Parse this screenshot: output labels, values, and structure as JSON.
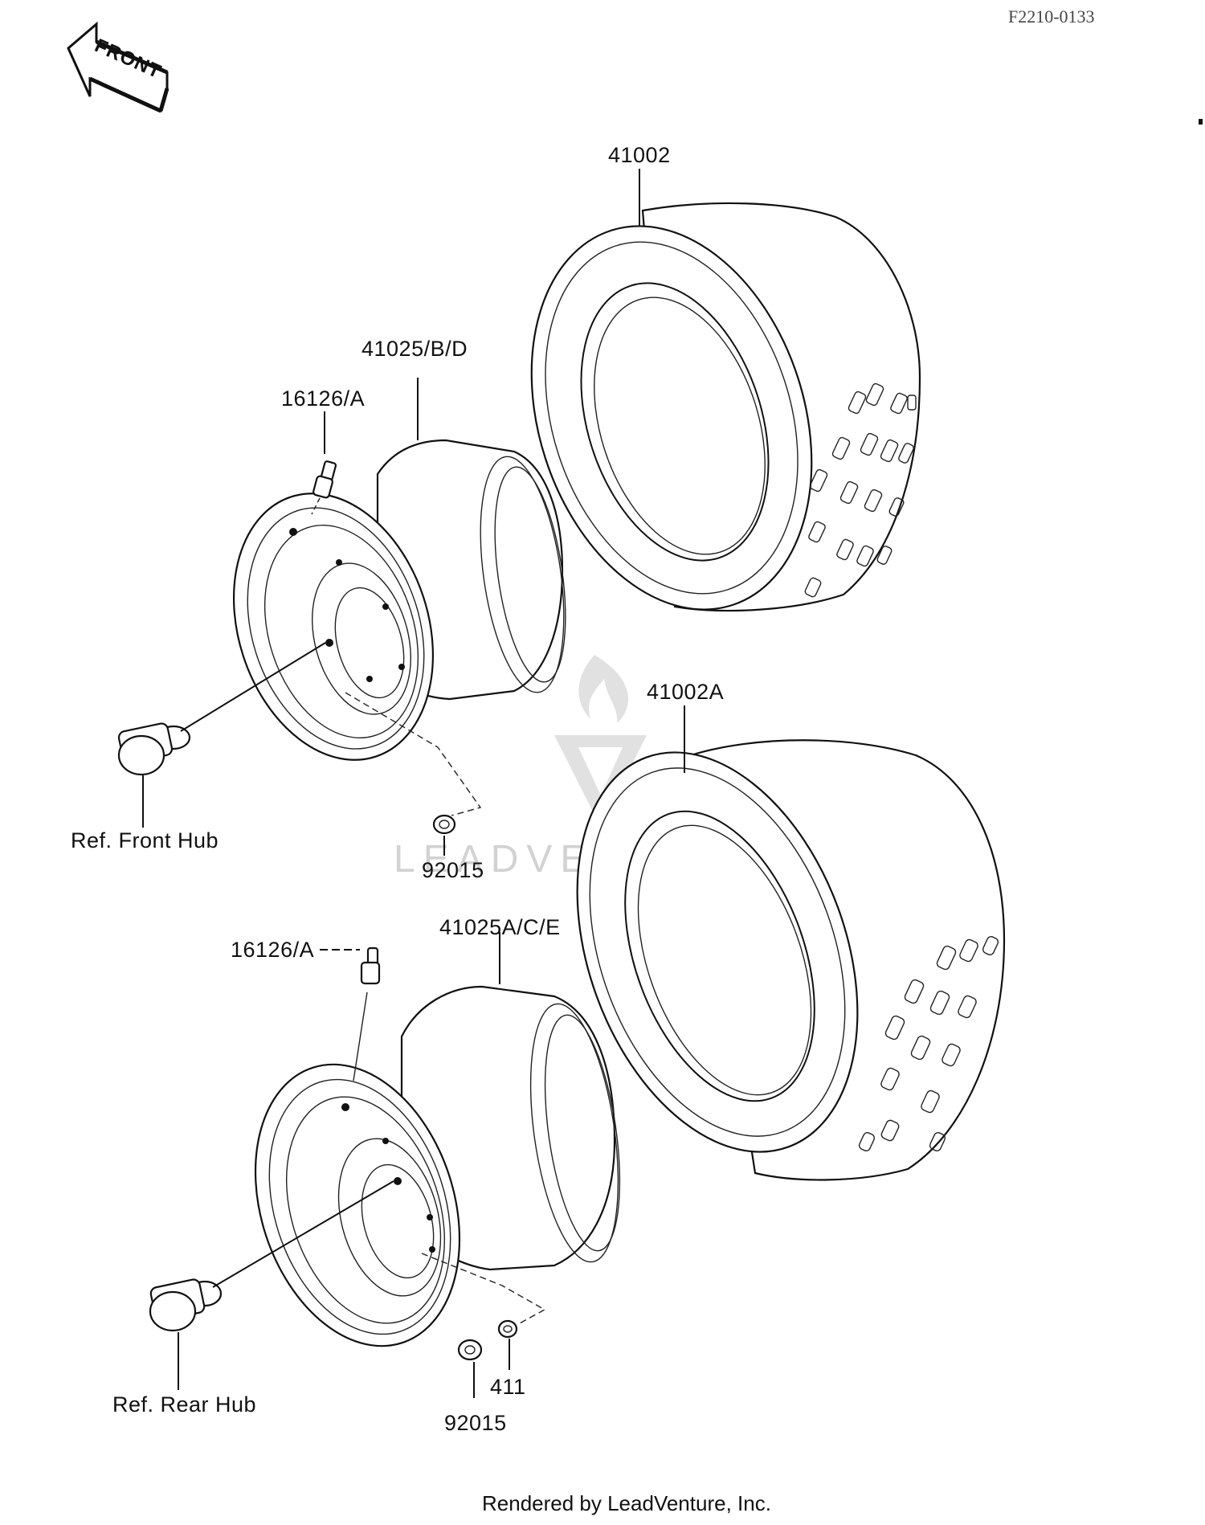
{
  "diagram_code": "F2210-0133",
  "direction_arrow": {
    "label": "FRONT"
  },
  "part_labels": {
    "tire_front": "41002",
    "tire_rear": "41002A",
    "wheel_front": "41025/B/D",
    "wheel_rear": "41025A/C/E",
    "valve_front": "16126/A",
    "valve_rear": "16126/A",
    "nut_front": "92015",
    "nut_rear": "92015",
    "washer_rear": "411",
    "ref_front_hub": "Ref. Front Hub",
    "ref_rear_hub": "Ref. Rear Hub"
  },
  "watermark": {
    "text": "LEADVENTURE"
  },
  "footer": {
    "text": "Rendered by LeadVenture, Inc."
  },
  "icons": [
    "front-arrow-icon",
    "leadventure-logo-icon"
  ]
}
